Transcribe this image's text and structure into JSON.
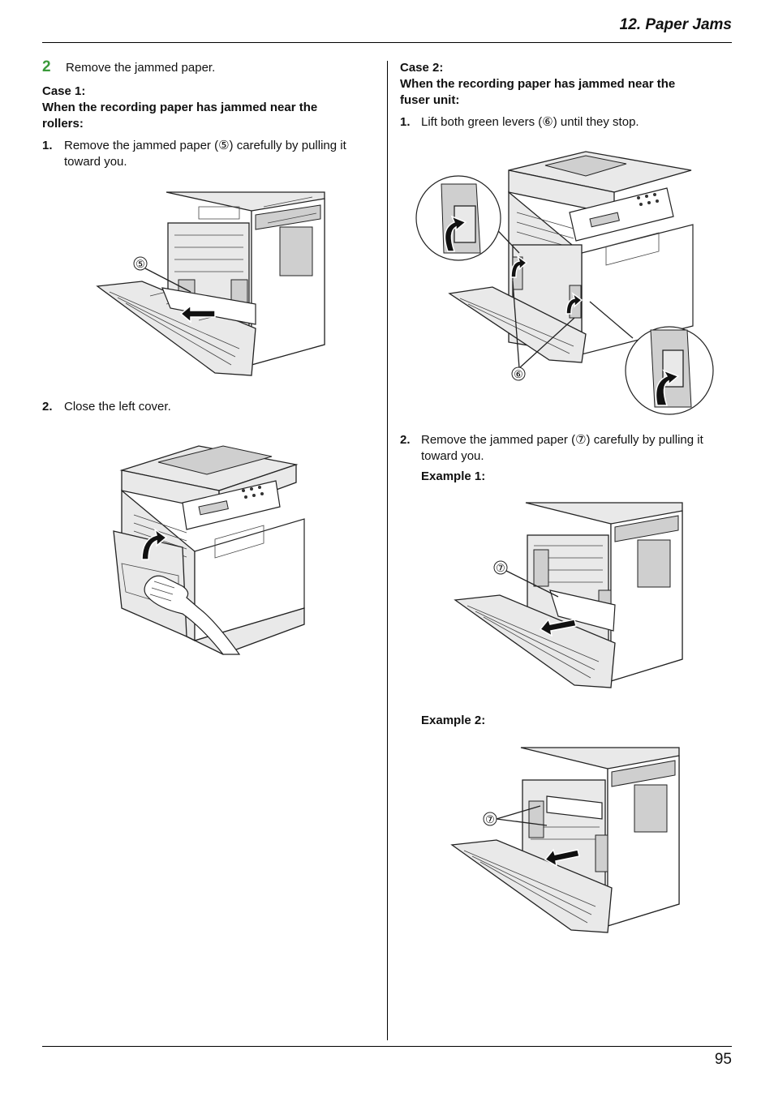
{
  "header": {
    "title": "12. Paper Jams"
  },
  "left": {
    "step_number": "2",
    "step_text": "Remove the jammed paper.",
    "case1_title": "Case 1:",
    "case1_subtitle_l1": "When the recording paper has jammed near the",
    "case1_subtitle_l2": "rollers:",
    "item1_num": "1.",
    "item1_l1": "Remove the jammed paper (⑤) carefully by pulling it",
    "item1_l2": "toward you.",
    "callout_5": "⑤",
    "item2_num": "2.",
    "item2_text": "Close the left cover."
  },
  "right": {
    "case2_title": "Case 2:",
    "case2_subtitle_l1": "When the recording paper has jammed near the",
    "case2_subtitle_l2": "fuser unit:",
    "item1_num": "1.",
    "item1_text": "Lift both green levers (⑥) until they stop.",
    "callout_6": "⑥",
    "item2_num": "2.",
    "item2_l1": "Remove the jammed paper (⑦) carefully by pulling it",
    "item2_l2": "toward you.",
    "example1": "Example 1:",
    "callout_7a": "⑦",
    "example2": "Example 2:",
    "callout_7b": "⑦"
  },
  "footer": {
    "page_number": "95"
  }
}
